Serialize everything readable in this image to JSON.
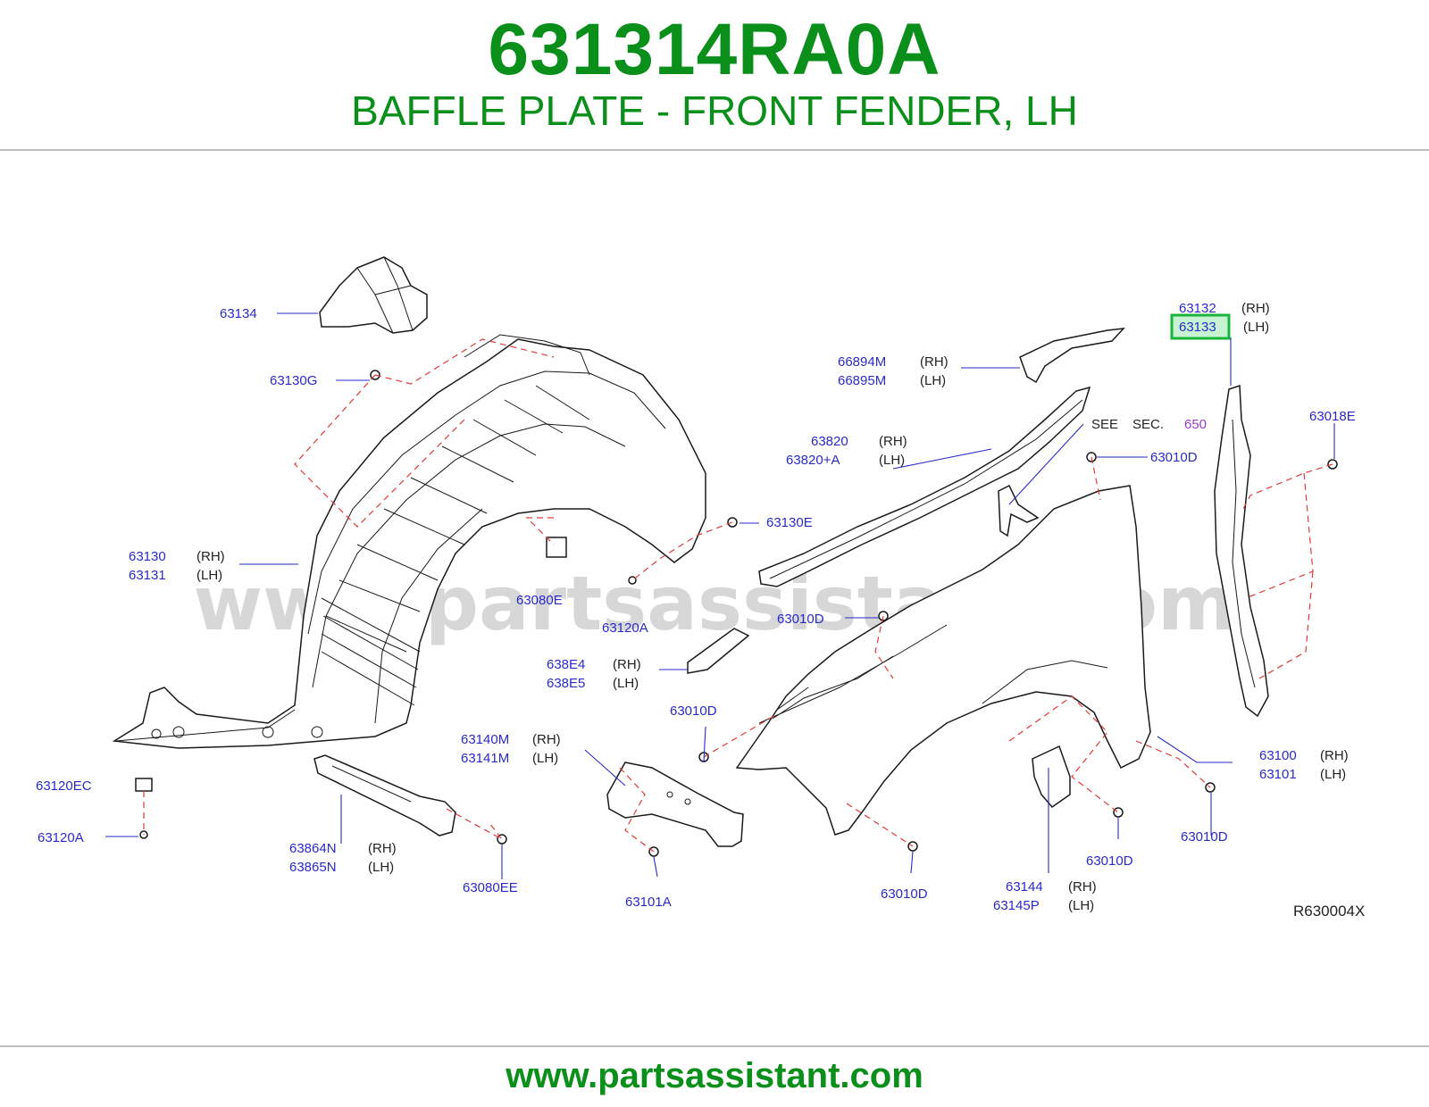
{
  "header": {
    "part_number": "631314RA0A",
    "part_name": "BAFFLE PLATE - FRONT FENDER, LH"
  },
  "footer": {
    "url": "www.partsassistant.com"
  },
  "watermark": "www.partsassistant.com",
  "diagram": {
    "reference_code": "R630004X",
    "highlight_color": "#19b53a",
    "callouts": {
      "c63134": "63134",
      "c63130G": "63130G",
      "c63130": "63130",
      "c63130_side": "(RH)",
      "c63131": "63131",
      "c63131_side": "(LH)",
      "c63130E": "63130E",
      "c63080E": "63080E",
      "c63120A_mid": "63120A",
      "c63120EC": "63120EC",
      "c63120A": "63120A",
      "c63864N": "63864N",
      "c63864N_side": "(RH)",
      "c63865N": "63865N",
      "c63865N_side": "(LH)",
      "c63080EE": "63080EE",
      "c63140M": "63140M",
      "c63140M_side": "(RH)",
      "c63141M": "63141M",
      "c63141M_side": "(LH)",
      "c63101A": "63101A",
      "c638E4": "638E4",
      "c638E4_side": "(RH)",
      "c638E5": "638E5",
      "c638E5_side": "(LH)",
      "c66894M": "66894M",
      "c66894M_side": "(RH)",
      "c66895M": "66895M",
      "c66895M_side": "(LH)",
      "c63820": "63820",
      "c63820_side": "(RH)",
      "c63820A": "63820+A",
      "c63820A_side": "(LH)",
      "see": "SEE",
      "sec": "SEC.",
      "sec_num": "650",
      "c63010D_a": "63010D",
      "c63010D_b": "63010D",
      "c63010D_c": "63010D",
      "c63010D_d": "63010D",
      "c63010D_e": "63010D",
      "c63010D_f": "63010D",
      "c63132": "63132",
      "c63132_side": "(RH)",
      "c63133": "63133",
      "c63133_side": "(LH)",
      "c63018E": "63018E",
      "c63100": "63100",
      "c63100_side": "(RH)",
      "c63101": "63101",
      "c63101_side": "(LH)",
      "c63144": "63144",
      "c63144_side": "(RH)",
      "c63145P": "63145P",
      "c63145P_side": "(LH)"
    }
  }
}
